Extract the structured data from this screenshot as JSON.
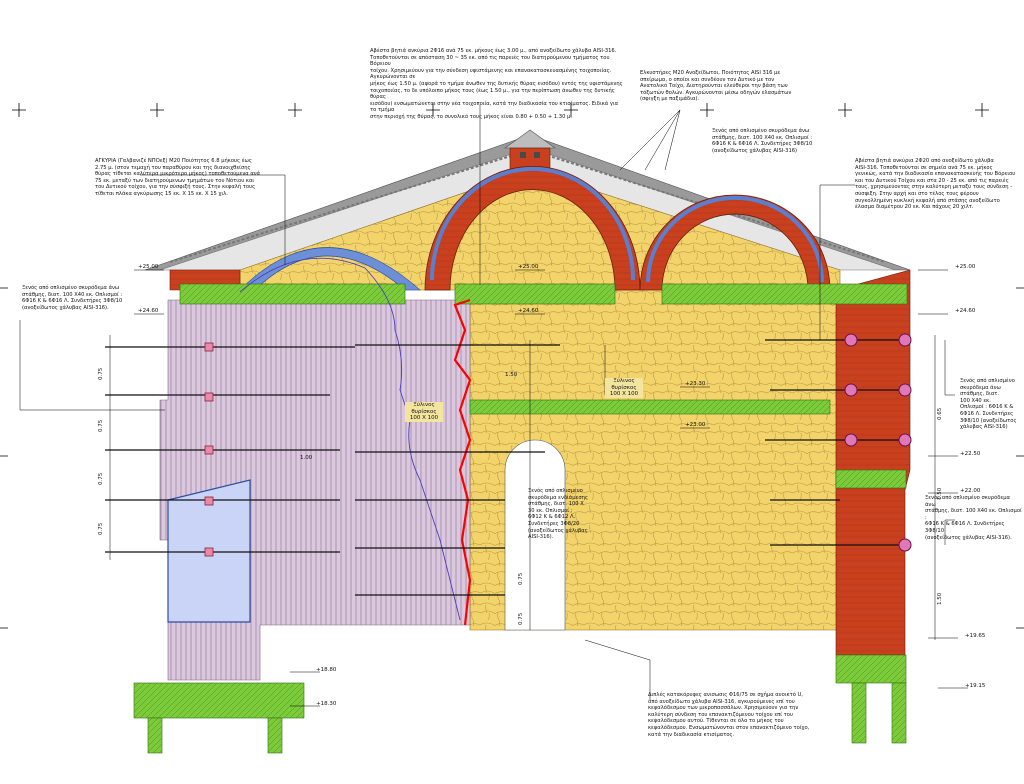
{
  "colors": {
    "stone_fill": "#f3d46b",
    "brick_red": "#c9401f",
    "dark_red": "#a7321a",
    "beam_green": "#7ccb3a",
    "lilac_hatch": "#dcc8de",
    "blue_vault": "#6d8fd6",
    "new_wall_blue": "#c9d4f6",
    "roof_grey": "#bdbdbd",
    "tile": "#9a9a9a",
    "red_line": "#ff0000",
    "purple_line": "#4a3fbf"
  },
  "annotations": {
    "top_center": "Αβέστα βητιά ανκύρια 2Φ16 ανά 75 εκ. μήκους έως 3.00 μ., από ανοξείδωτο χάλυβα AISI-316.\nΤοποθετούνται σε απόσταση 30 ~ 35 εκ. από τις παρειές του διατηρούμενου τμήματος του Βόρειου\nτοίχου. Χρησιμεύουν για την σύνδεση υφιστάμενης και επανακατασκευασμένης τοιχοποιίας. Αγκυρώνονται σε\nμήκος έως 1.50 μ. (αφορά το τμήμα άνωθεν της δυτικής θύρας εισόδου) εντός της υφιστάμενης\nτοιχοποιίας, το δε υπόλοιπο μήκος τους (έως 1.50 μ., για την περίπτωση άνωθεν της δυτικής θύρας\nεισόδου) ενσωματώνεται στην νέα τοιχοποιία, κατά την διαδικασία του κτισίματος. Ειδικά για το τμήμα\nστην περιοχή της θύρας, το συνολικό τους μήκος είναι 0.80 + 0.50 + 1.30 μ.",
    "top_right": "Ελκυστήρες Μ20 Ανοξείδωτοι, Ποιότητος AISI 316 με\nσπείρωμα, ο οποίοι και συνδέουν τον Δυτικό με τον\nΑνατολικό Τοίχο, Διατηρούνται ελεύθεροι την βάση των\nτόξωτών θολών. Αγκυρώνονται μέσω οδηγών ελασμάτων\n(σφιγξη με παξιμάδια).",
    "top_left": "ΑΓΚΥΡΙΑ (Γαλβανιζέ ΝΠΟεξ) Μ20 Ποιότητος 6.8 μήκους έως\n2.75 μ. (στον τεμαχή του παραθύρου και της διανοιχθείσης\nθύρας τίθεται καλύτερα μικρότερο μήκος) τοποθετούμενα ανά\n75 εκ. μεταξύ των διατηρούμενων τμημάτων του Νότιου και\nτου Δυτικού τοίχου, για την σύσφιξή τους. Στην κεφαλή τους\nτίθεται πλάκα αγκύρωσης 15 εκ. Χ 15 εκ. Χ 15 χιλ.",
    "center_right_beam": "Ξενός από οπλισμένο σκυρόδεμα άνω\nστάθμης, διατ. 100 Χ40 εκ. Οπλισμοί :\n6Φ16 Κ & 6Φ16 Λ. Συνδετήρες 3Φ8/10\n(ανοξείδωτος χάλυβας AISI-316)",
    "right_upper": "Αβέστα βητιά ανκύρια 2Φ20 από ανοξείδωτο χάλυβα\nAISI-316. Τοποθετούνται σε σημεία ανά 75 εκ. μήκος\nγενικώς, κατά την διαδικασία επανακατασκευής του Βόρειου\nκαι του Δυτικού Τοίχου και στα 20 - 25 εκ. από τις παρειές\nτους, χρησιμεύοντας στην καλύτερη μεταξύ τους σύνδεση -\nσύσφιξη. Στην αρχή και στο τέλος τους φέρουν\nσυγκολλημένη κυκλική κεφαλή από στάσης ανοξείδωτο\nέλασμα διαμέτρου 20 εκ. Και πάχους 20 χιλτ.",
    "left_beam": "Ξενός από οπλισμένο σκυρόδεμα άνω\nστάθμης, διατ. 100 Χ40 εκ. Οπλισμοί :\n6Φ16 Κ & 6Φ16 Λ. Συνδετήρες 3Φ8/10\n(ανοξείδωτος χάλυβας AISI-316).",
    "right_mid": "Ξενός από οπλισμένο\nσκυρόδεμα άνω\nστάθμης, διατ.\n100 Χ40 εκ.\nΟπλισμοί : 6Φ16 Κ &\n6Φ16 Λ. Συνδετήρες\n3Φ8/10 (ανοξείδωτος\nχάλυβας AISI-316)",
    "center_beam": "Ξενός από οπλισμένο\nσκυρόδεμα ενδιάμεσης\nστάθμης, διατ. 100 Χ\n30 εκ. Οπλισμοί :\n6Φ12 Κ & 6Φ12 Λ.\nΣυνδετήρες 3Φ8/20\n(ανοξείδωτος χάλυβας\nAISI-316).",
    "right_lower": "Ξενός από οπλισμένο σκυρόδεμα άνω\nστάθμης, διατ. 100 Χ40 εκ. Οπλισμοί :\n6Φ16 Κ & 6Φ16 Λ. Συνδετήρες 3Φ8/10\n(ανοξείδωτος χάλυβας AISI-316).",
    "bottom_right": "Διπλές κατακόρυφες ανισωσις Φ16/75 σε σχήμα ανοικτό U,\nαπό ανοξείδωτο χάλυβα AISI-316, αγκυρούμενες επί του\nκεφαλόδεσμου των μικροπασσάλων. Χρησιμεύουν για την\nκαλύτερη σύνδεση του επανακτιζόμενου τοίχου επί του\nκεφαλόδεσμου αυτού. Τίθενται σε όλο το μήκος του\nκεφαλόδεσμου. Ενσωματώνονται στον επανακτιζόμενο τοίχο,\nκατά την διαδικασία κτισίματος."
  },
  "levels": {
    "l25_00_left": "+25.00",
    "l24_60_left": "+24.60",
    "l25_00_right": "+25.00",
    "l24_60_right": "+24.60",
    "l25_00_mid": "+25.00",
    "l24_60_mid": "+24.60",
    "l23_30": "+23.30",
    "l23_00": "+23.00",
    "l22_50": "+22.50",
    "l22_00": "+22.00",
    "l19_65": "+19.65",
    "l19_15": "+19.15",
    "l18_80": "+18.80",
    "l18_30": "+18.30"
  },
  "dimensions": {
    "d075": "0.75",
    "d150": "1.50",
    "d100": "1.00",
    "d065": "0.65"
  },
  "small_labels": {
    "window_a": "Ξύλινος\nθυρίσκος\n100 X 100",
    "window_b": "Ξύλινος\nθυρίσκος\n100 X 100"
  }
}
